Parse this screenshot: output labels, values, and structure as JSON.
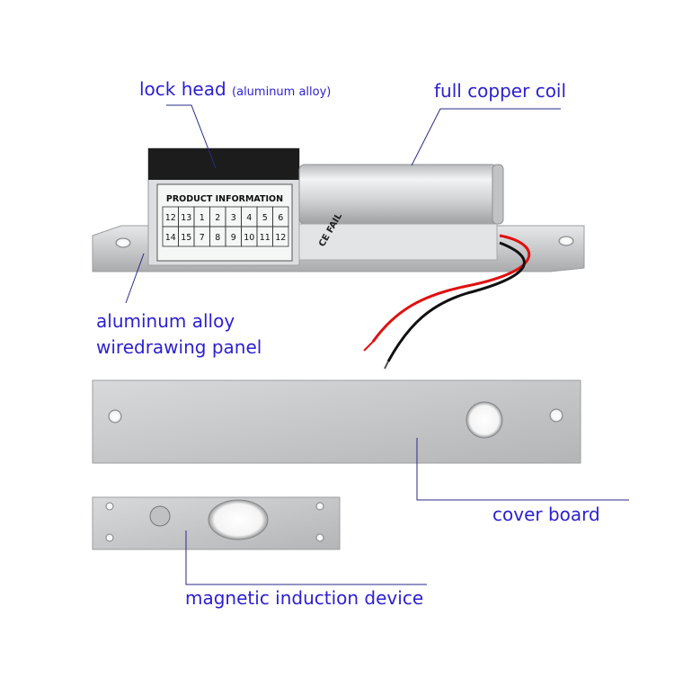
{
  "labels": {
    "lock_head": "lock head",
    "lock_head_material": "(aluminum alloy)",
    "full_copper_coil": "full copper coil",
    "panel_line1": "aluminum alloy",
    "panel_line2": "wiredrawing panel",
    "cover_board": "cover board",
    "magnetic_device": "magnetic induction device"
  },
  "product_plate": {
    "title": "PRODUCT INFORMATION",
    "row1": [
      "12",
      "13",
      "1",
      "2",
      "3",
      "4",
      "5",
      "6"
    ],
    "row2": [
      "14",
      "15",
      "7",
      "8",
      "9",
      "10",
      "11",
      "12"
    ]
  },
  "marking": "CE FAIL",
  "colors": {
    "label": "#2c1fd0",
    "leader": "#2a2a8a",
    "aluminum": "#c9cbcd",
    "wire_red": "#e01010",
    "wire_black": "#111111"
  }
}
